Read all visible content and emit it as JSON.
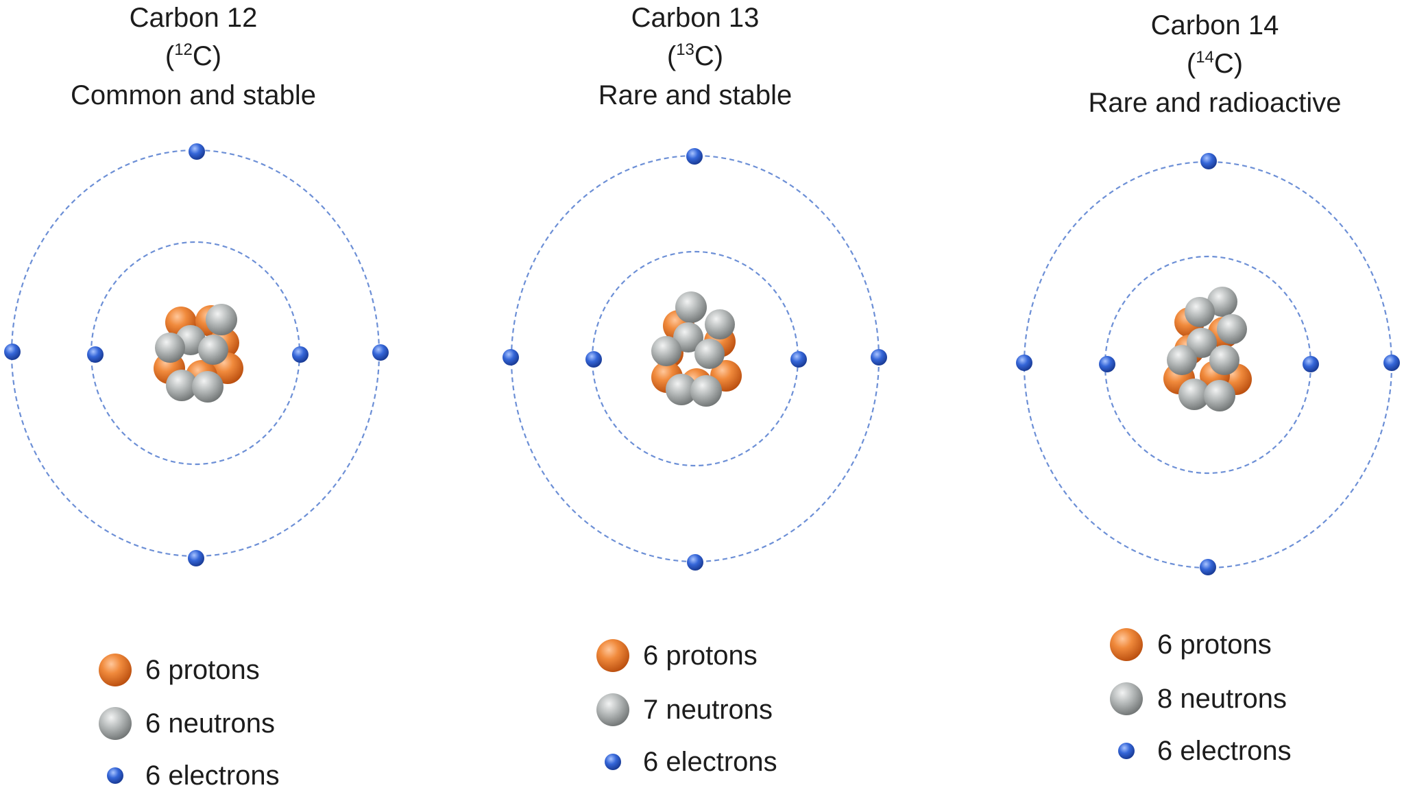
{
  "colors": {
    "proton": "#ea7424",
    "neutron": "#b9bcbc",
    "electron": "#2e5fd3",
    "orbit": "#6c8fd6"
  },
  "isotopes": [
    {
      "name": "Carbon 12",
      "symbol": {
        "mass": "12",
        "element": "C"
      },
      "description": "Common and stable",
      "legend": [
        {
          "kind": "proton",
          "text": "6 protons"
        },
        {
          "kind": "neutron",
          "text": "6 neutrons"
        },
        {
          "kind": "electron",
          "text": "6 electrons"
        }
      ],
      "counts": {
        "protons": 6,
        "neutrons": 6,
        "electrons": 6
      }
    },
    {
      "name": "Carbon 13",
      "symbol": {
        "mass": "13",
        "element": "C"
      },
      "description": "Rare and stable",
      "legend": [
        {
          "kind": "proton",
          "text": "6 protons"
        },
        {
          "kind": "neutron",
          "text": "7 neutrons"
        },
        {
          "kind": "electron",
          "text": "6 electrons"
        }
      ],
      "counts": {
        "protons": 6,
        "neutrons": 7,
        "electrons": 6
      }
    },
    {
      "name": "Carbon 14",
      "symbol": {
        "mass": "14",
        "element": "C"
      },
      "description": "Rare and radioactive",
      "legend": [
        {
          "kind": "proton",
          "text": "6 protons"
        },
        {
          "kind": "neutron",
          "text": "8 neutrons"
        },
        {
          "kind": "electron",
          "text": "6 electrons"
        }
      ],
      "counts": {
        "protons": 6,
        "neutrons": 8,
        "electrons": 6
      }
    }
  ]
}
